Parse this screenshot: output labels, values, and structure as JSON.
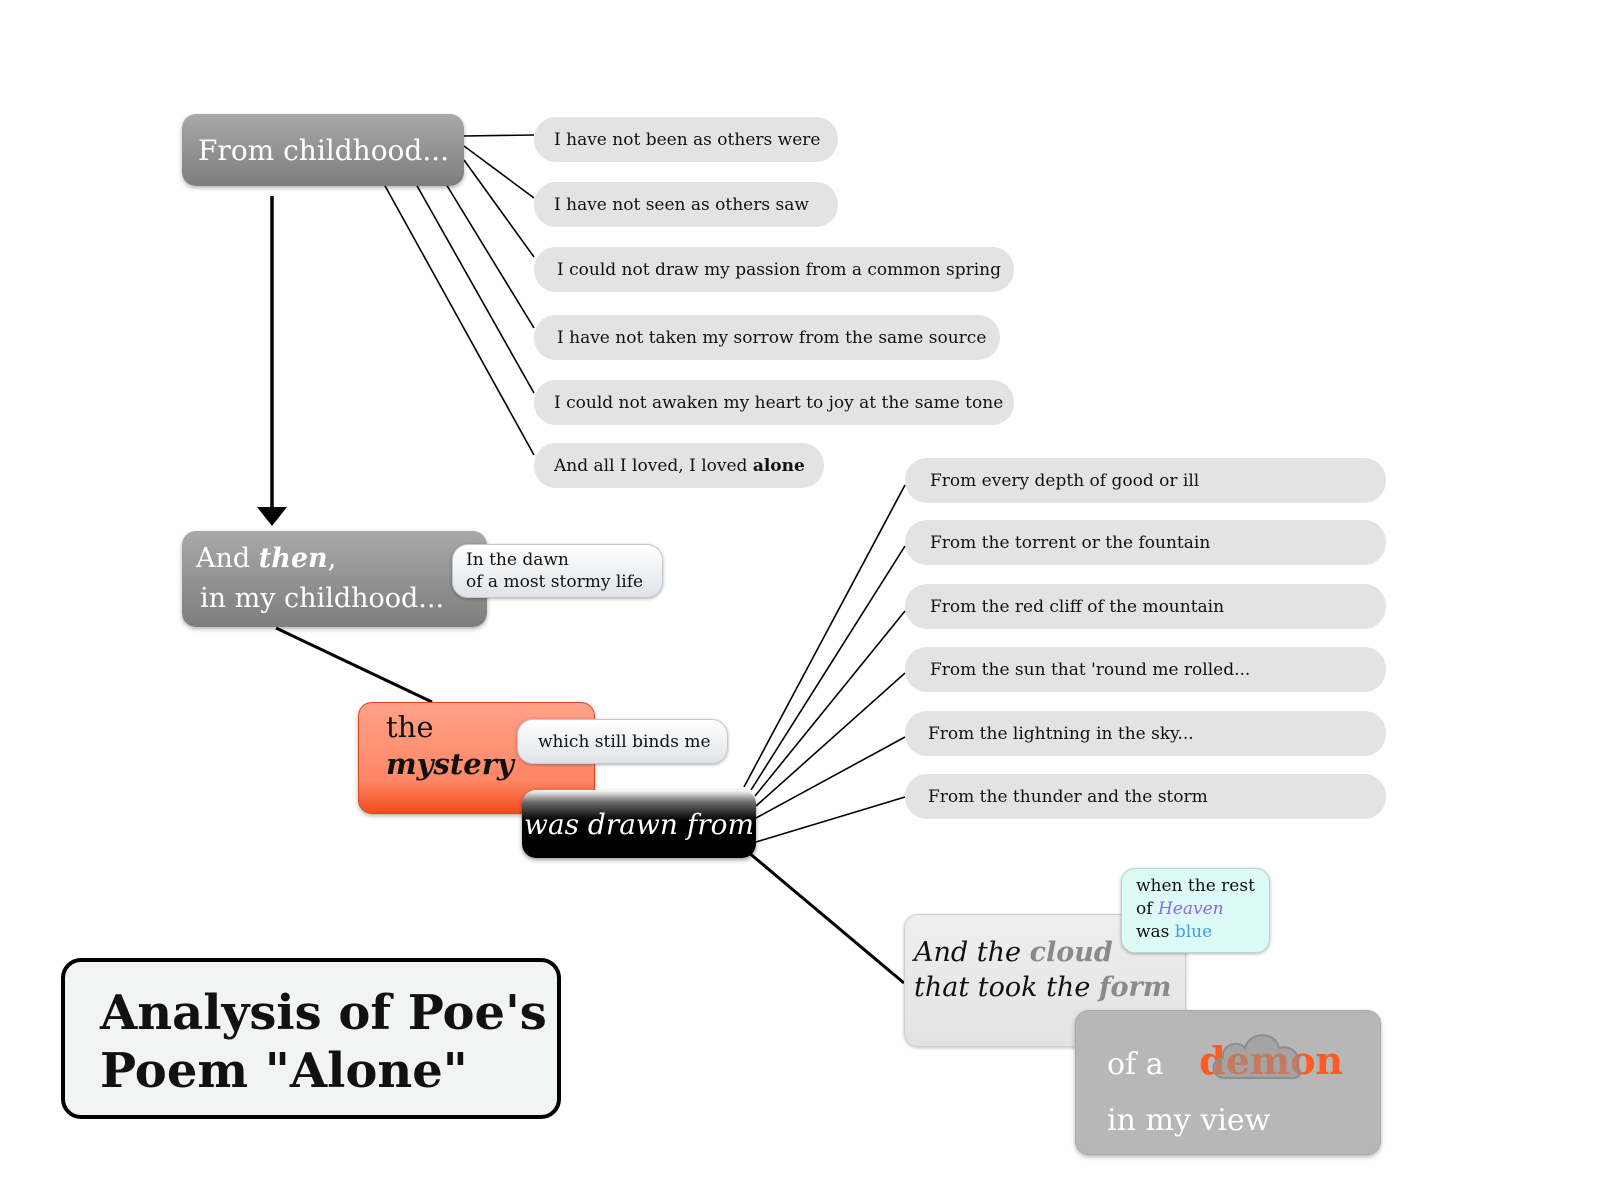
{
  "title": {
    "line1": "Analysis of Poe's",
    "line2": "Poem \"Alone\""
  },
  "childhood_node": {
    "label": "From childhood..."
  },
  "childhood_branches": [
    {
      "text": "I have not been as others were"
    },
    {
      "text": "I have not seen as others saw"
    },
    {
      "text": "I could not draw my passion from a common spring"
    },
    {
      "text": "I have not taken my sorrow from the same source"
    },
    {
      "text": "I could not awaken my heart to joy at the same tone"
    },
    {
      "text": "And all I loved, I loved ",
      "bold": "alone"
    }
  ],
  "then_node": {
    "pre": "And ",
    "emphasis": "then",
    "post": ",",
    "line2": "in my childhood..."
  },
  "dawn_callout": {
    "line1": "In the dawn",
    "line2": "of a most stormy life"
  },
  "mystery_node": {
    "line1": "the",
    "line2": "mystery"
  },
  "binds_callout": {
    "text": "which still binds me"
  },
  "drawn_node": {
    "label": "was drawn from"
  },
  "source_branches": [
    {
      "text": "From every depth of good or ill"
    },
    {
      "text": "From the torrent or the fountain"
    },
    {
      "text": "From the red cliff of the mountain"
    },
    {
      "text": "From the sun that 'round me rolled..."
    },
    {
      "text": "From the lightning in the sky..."
    },
    {
      "text": "From the thunder and the storm"
    }
  ],
  "cloud_node": {
    "l1a": "And the ",
    "l1b": "cloud",
    "l2a": "that took the ",
    "l2b": "form"
  },
  "heaven_callout": {
    "line1": "when the rest",
    "l2a": "of ",
    "l2b": "Heaven",
    "l3a": "was ",
    "l3b": "blue"
  },
  "demon_node": {
    "l1a": "of a ",
    "l1b": "demon",
    "line2": "in my view"
  },
  "colors": {
    "mystery": "#ff8666",
    "demon_text": "#ff5a1f",
    "heaven_text": "#8c6bd9",
    "blue_text": "#3aa0e6"
  },
  "icons": [
    "cloud-icon",
    "down-arrow-icon"
  ]
}
